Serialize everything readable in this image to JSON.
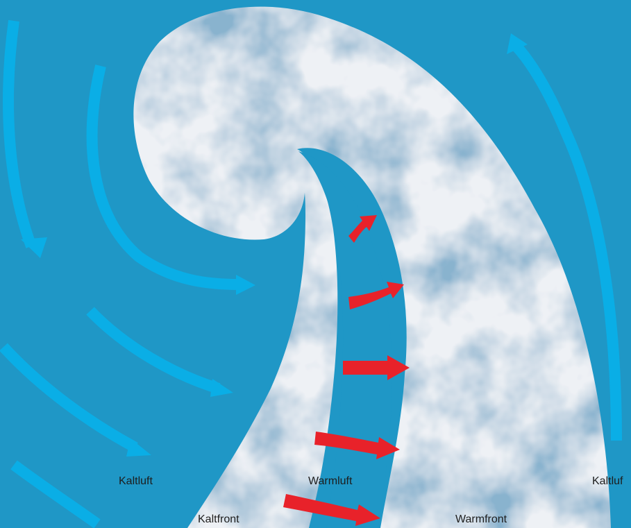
{
  "labels": {
    "kaltluft_left": "Kaltluft",
    "warmluft": "Warmluft",
    "kaltluft_right": "Kaltluf",
    "kaltfront": "Kaltfront",
    "warmfront": "Warmfront"
  },
  "colors": {
    "background": "#1f97c6",
    "cold_arrow": "#0aaee6",
    "warm_arrow": "#e8222a",
    "cloud_light": "#eef1f5",
    "cloud_dark": "#3c6f98"
  }
}
